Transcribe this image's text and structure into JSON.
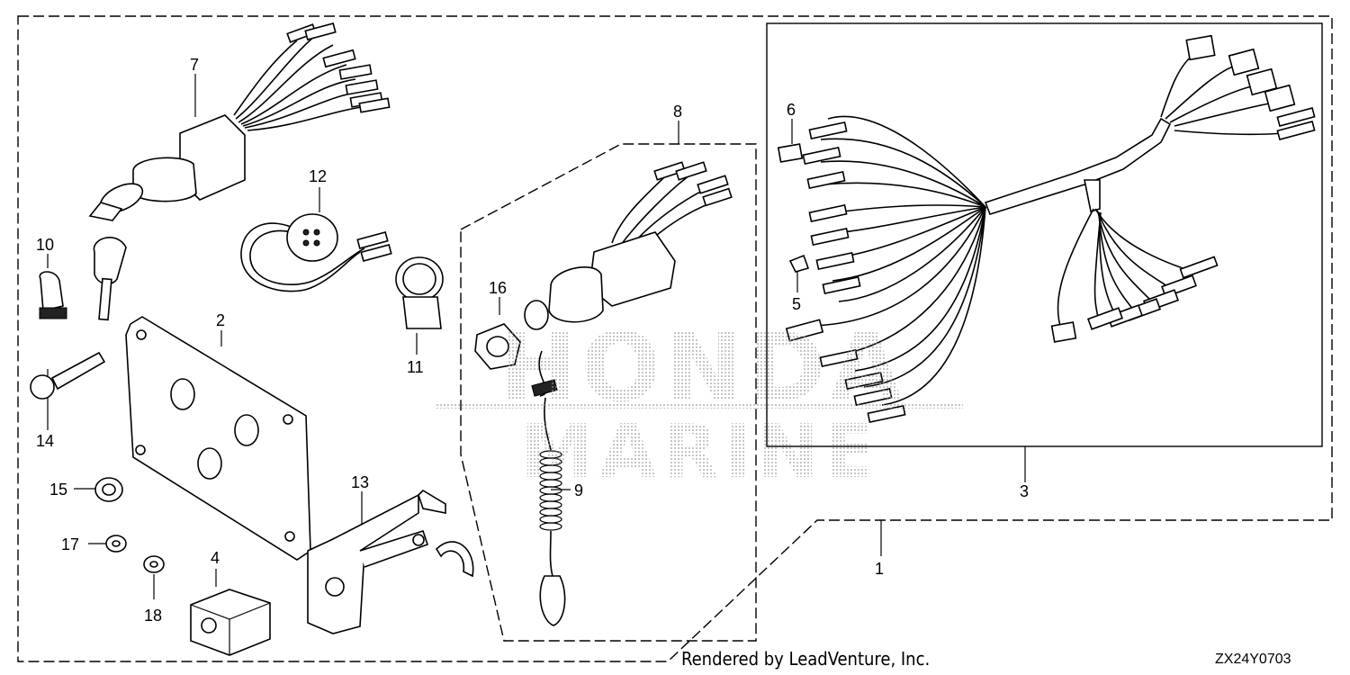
{
  "diagram": {
    "labels": {
      "p1": "1",
      "p2": "2",
      "p3": "3",
      "p4": "4",
      "p5": "5",
      "p6": "6",
      "p7": "7",
      "p8": "8",
      "p9": "9",
      "p10": "10",
      "p11": "11",
      "p12": "12",
      "p13": "13",
      "p14": "14",
      "p15": "15",
      "p16": "16",
      "p17": "17",
      "p18": "18"
    },
    "watermark": {
      "brand": "HONDA",
      "sub": "MARINE"
    }
  },
  "footer": {
    "credit": "Rendered by LeadVenture, Inc.",
    "code": "ZX24Y0703"
  }
}
